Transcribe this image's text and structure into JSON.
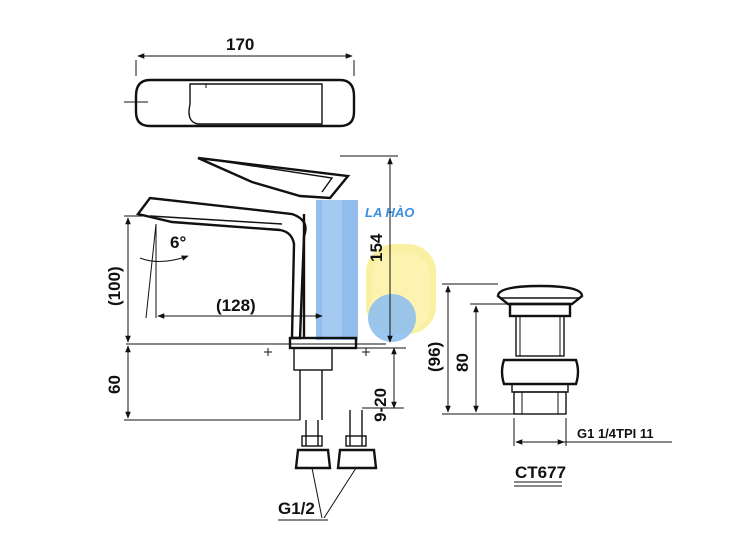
{
  "dimensions": {
    "width_top": "170",
    "height_total": "154",
    "spout_height": "(100)",
    "spout_reach": "(128)",
    "angle": "6°",
    "base_depth": "60",
    "deck_thickness": "9-20",
    "connection": "G1/2"
  },
  "drain": {
    "outer_height": "(96)",
    "inner_height": "80",
    "thread": "G1 1/4TPI 11",
    "model": "CT677"
  },
  "watermark": {
    "text": "LA HÀO",
    "colors": {
      "blue": "#4a90e2",
      "yellow": "#f5e04a",
      "circle": "#8fc0f0"
    }
  }
}
